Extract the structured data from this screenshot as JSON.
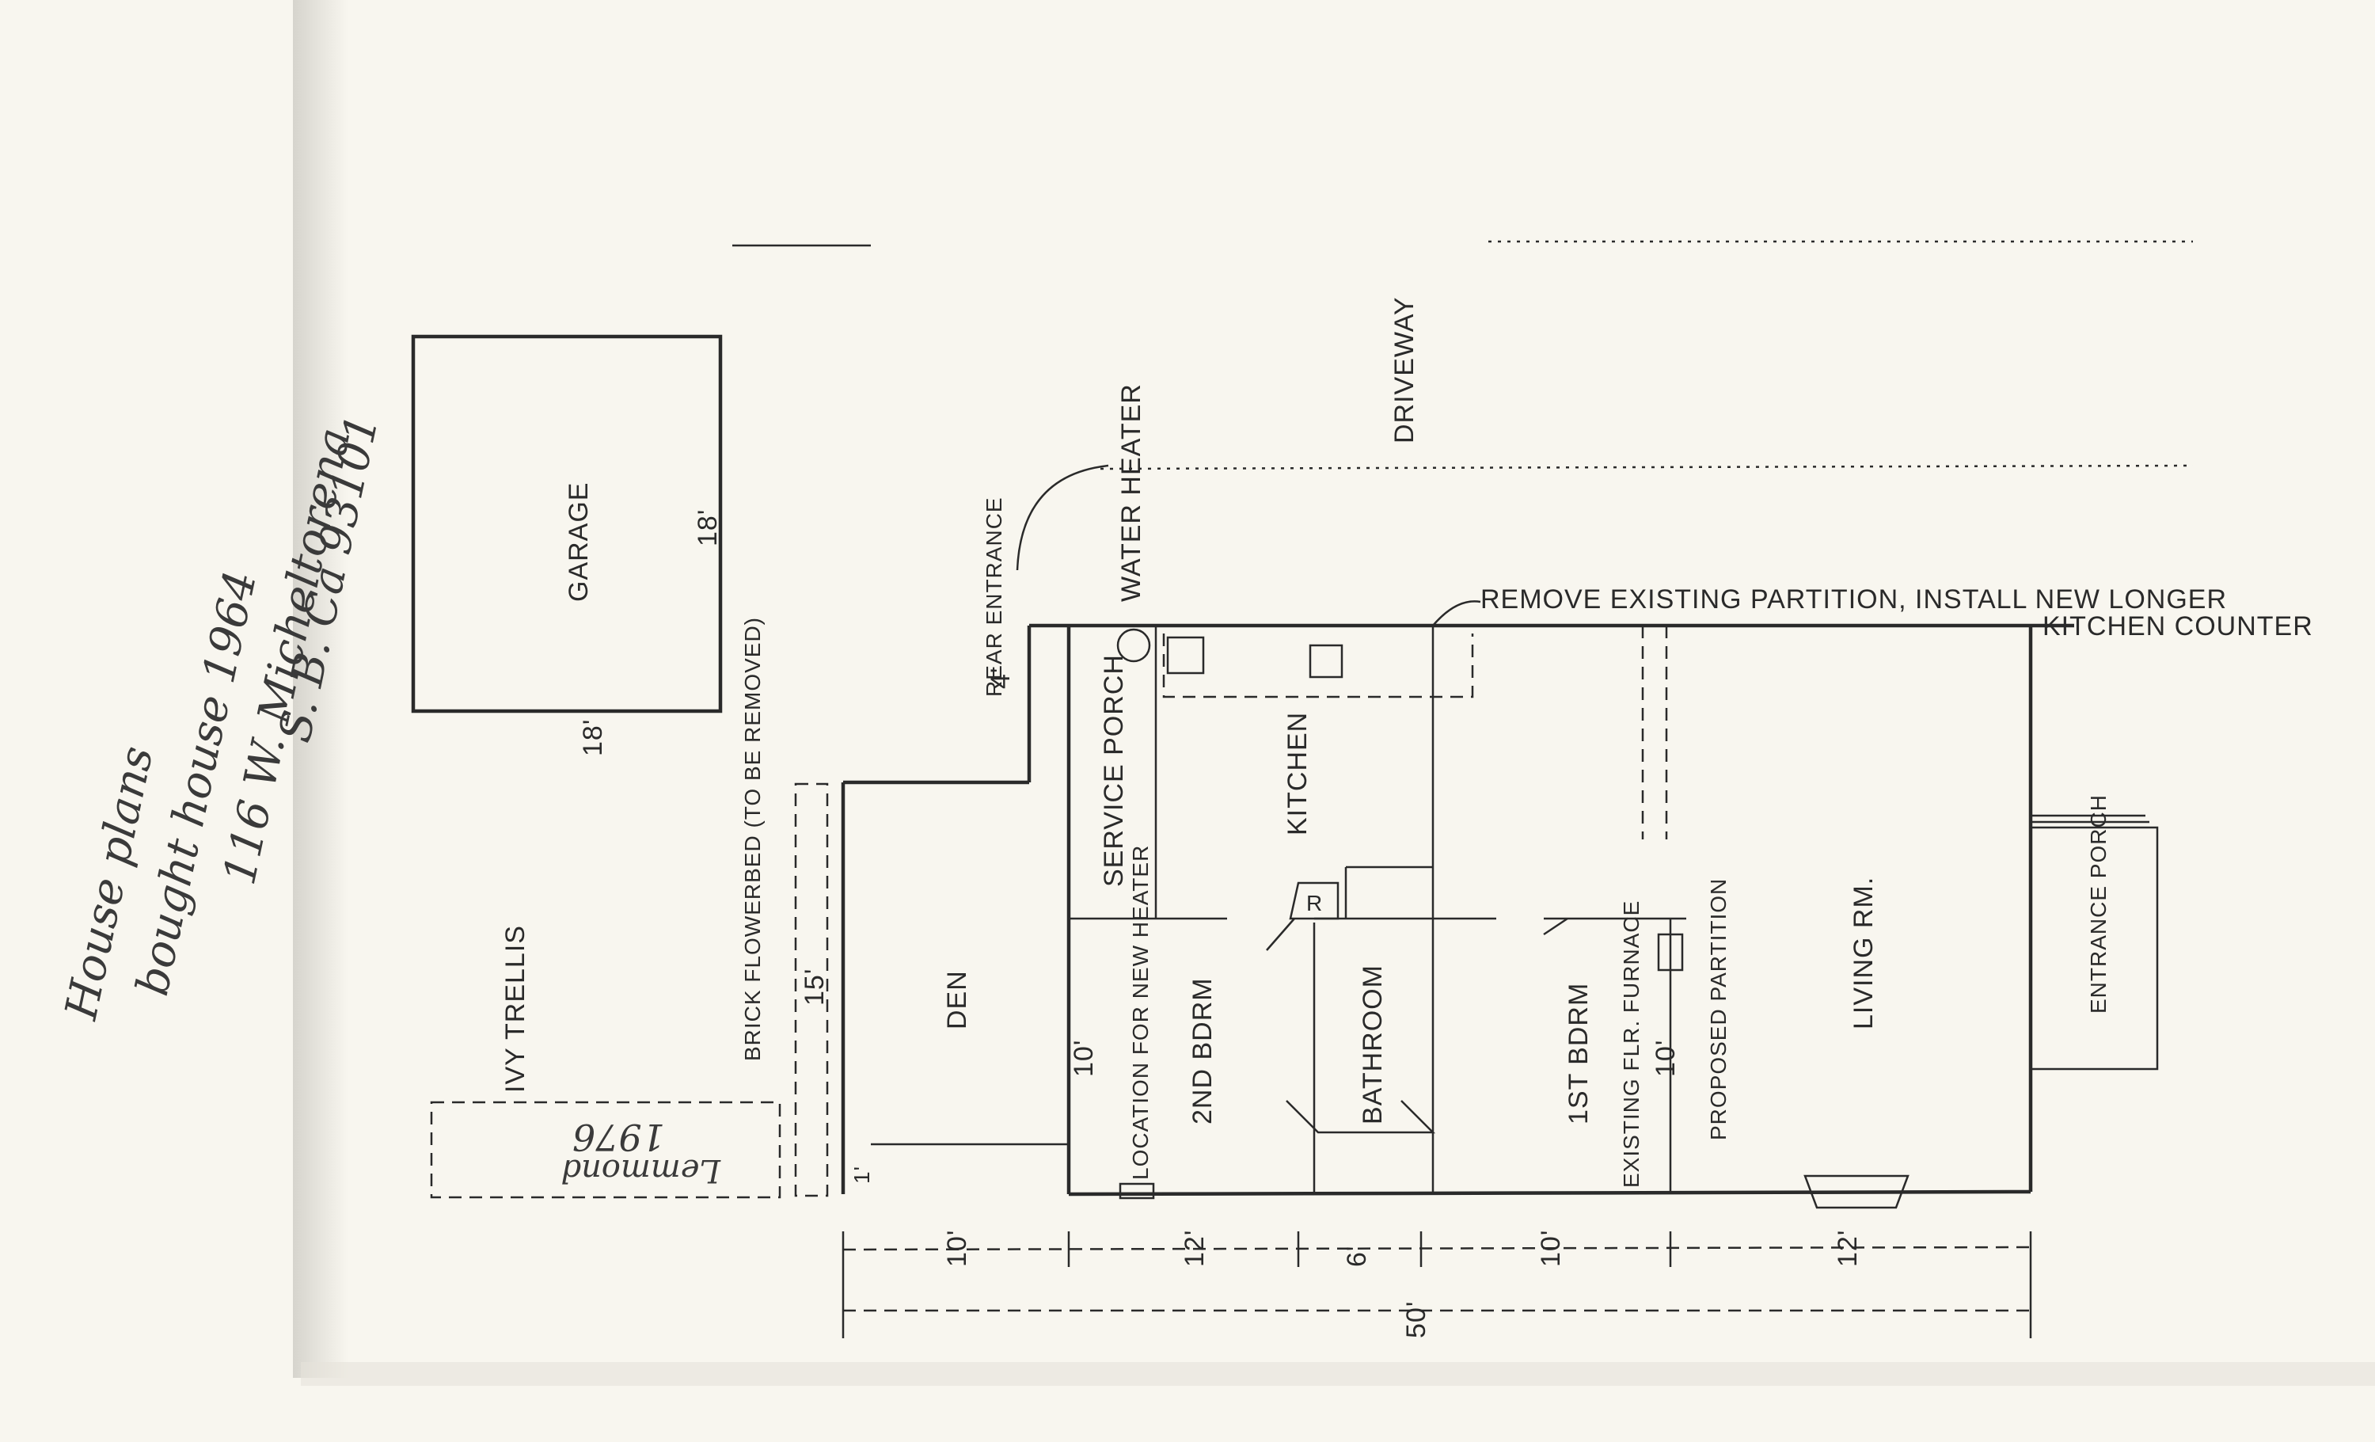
{
  "handwritten": {
    "line1": "House plans",
    "line2": "bought house 1964",
    "line3": "116 W. Micheltorena",
    "line4": "S. B. Ca 93101",
    "date_mark": "1976",
    "sig_mark": "Lemmond"
  },
  "labels": {
    "garage": "GARAGE",
    "garage_dim_side": "18'",
    "garage_dim_bottom": "18'",
    "driveway": "DRIVEWAY",
    "rear_entrance": "REAR ENTRANCE",
    "water_heater": "WATER HEATER",
    "remove_note_1": "REMOVE EXISTING PARTITION, INSTALL NEW LONGER",
    "remove_note_2": "KITCHEN COUNTER",
    "ivy_trellis": "IVY TRELLIS",
    "flowerbed": "BRICK FLOWERBED (TO BE REMOVED)",
    "den": "DEN",
    "service_porch": "SERVICE PORCH",
    "kitchen": "KITCHEN",
    "range": "R",
    "location_new_heater": "LOCATION FOR NEW HEATER",
    "second_bdrm": "2ND BDRM",
    "bathroom": "BATHROOM",
    "first_bdrm": "1ST BDRM",
    "existing_furnace": "EXISTING FLR. FURNACE",
    "proposed_partition": "PROPOSED PARTITION",
    "living_rm": "LIVING RM.",
    "entrance_porch": "ENTRANCE PORCH",
    "dim_4": "4'",
    "dim_15": "15'",
    "dim_10_den": "10'",
    "dim_10_bdrm": "10'",
    "dim_1": "1'",
    "dim_bottom_den": "10'",
    "dim_bottom_2nd": "12'",
    "dim_bottom_bath": "6'",
    "dim_bottom_1st": "10'",
    "dim_bottom_living": "12'",
    "dim_total": "50'"
  }
}
